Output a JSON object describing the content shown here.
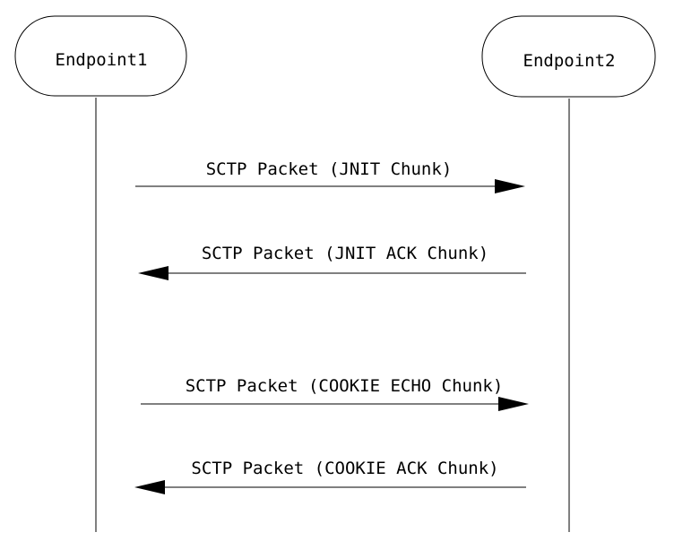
{
  "endpoints": [
    {
      "label": "Endpoint1"
    },
    {
      "label": "Endpoint2"
    }
  ],
  "messages": [
    {
      "label": "SCTP Packet (JNIT Chunk)",
      "direction": "right"
    },
    {
      "label": "SCTP Packet (JNIT ACK Chunk)",
      "direction": "left"
    },
    {
      "label": "SCTP Packet (COOKIE ECHO Chunk)",
      "direction": "right"
    },
    {
      "label": "SCTP Packet (COOKIE ACK Chunk)",
      "direction": "left"
    }
  ],
  "colors": {
    "stroke": "#000000",
    "background": "#ffffff"
  }
}
